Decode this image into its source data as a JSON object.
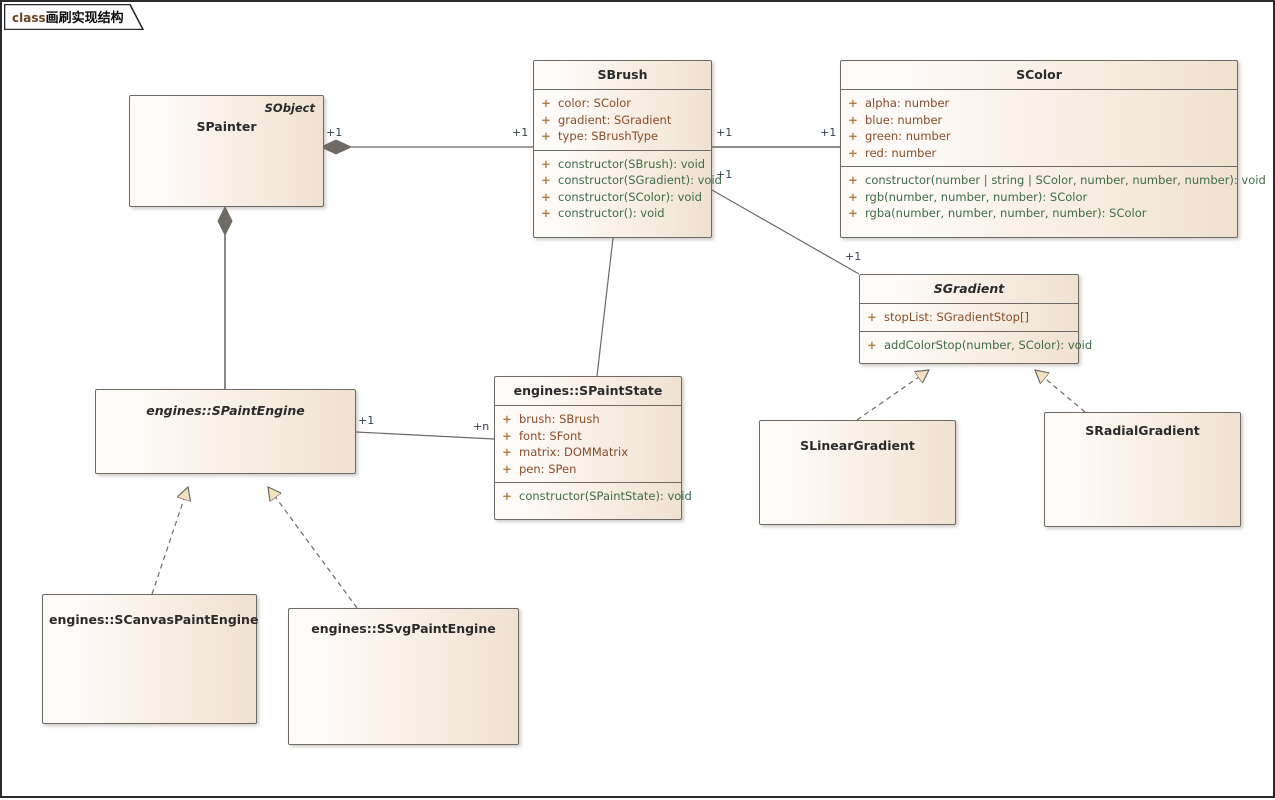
{
  "frame": {
    "keyword": "class",
    "title": "画刷实现结构"
  },
  "classes": {
    "spainter": {
      "name": "SPainter",
      "stereotype": "SObject",
      "italic": false
    },
    "sbrush": {
      "name": "SBrush",
      "italic": false,
      "attributes": [
        {
          "vis": "+",
          "text": "color: SColor"
        },
        {
          "vis": "+",
          "text": "gradient: SGradient"
        },
        {
          "vis": "+",
          "text": "type: SBrushType"
        }
      ],
      "operations": [
        {
          "vis": "+",
          "text": "constructor(SBrush): void"
        },
        {
          "vis": "+",
          "text": "constructor(SGradient): void"
        },
        {
          "vis": "+",
          "text": "constructor(SColor): void"
        },
        {
          "vis": "+",
          "text": "constructor(): void"
        }
      ]
    },
    "scolor": {
      "name": "SColor",
      "italic": false,
      "attributes": [
        {
          "vis": "+",
          "text": "alpha: number"
        },
        {
          "vis": "+",
          "text": "blue: number"
        },
        {
          "vis": "+",
          "text": "green: number"
        },
        {
          "vis": "+",
          "text": "red: number"
        }
      ],
      "operations": [
        {
          "vis": "+",
          "text": "constructor(number | string | SColor, number, number, number): void"
        },
        {
          "vis": "+",
          "text": "rgb(number, number, number): SColor"
        },
        {
          "vis": "+",
          "text": "rgba(number, number, number, number): SColor"
        }
      ]
    },
    "sgradient": {
      "name": "SGradient",
      "italic": true,
      "attributes": [
        {
          "vis": "+",
          "text": "stopList: SGradientStop[]"
        }
      ],
      "operations": [
        {
          "vis": "+",
          "text": "addColorStop(number, SColor): void"
        }
      ]
    },
    "slineargradient": {
      "name": "SLinearGradient",
      "italic": false
    },
    "sradialgradient": {
      "name": "SRadialGradient",
      "italic": false
    },
    "spaintengine": {
      "name": "engines::SPaintEngine",
      "italic": true
    },
    "spaintstate": {
      "name": "engines::SPaintState",
      "italic": false,
      "attributes": [
        {
          "vis": "+",
          "text": "brush: SBrush"
        },
        {
          "vis": "+",
          "text": "font: SFont"
        },
        {
          "vis": "+",
          "text": "matrix: DOMMatrix"
        },
        {
          "vis": "+",
          "text": "pen: SPen"
        }
      ],
      "operations": [
        {
          "vis": "+",
          "text": "constructor(SPaintState): void"
        }
      ]
    },
    "scanvaspaintengine": {
      "name": "engines::SCanvasPaintEngine",
      "italic": false
    },
    "ssvgpaintengine": {
      "name": "engines::SSvgPaintEngine",
      "italic": false
    }
  },
  "multiplicities": {
    "painter_brush_src": "+1",
    "painter_brush_dst": "+1",
    "brush_color_src": "+1",
    "brush_color_dst": "+1",
    "brush_gradient_src": "+1",
    "brush_gradient_dst": "+1",
    "engine_state_src": "+1",
    "engine_state_dst": "+n"
  },
  "colors": {
    "box_fill_light": "#fdfaf7",
    "box_fill_dark": "#f0e1d0",
    "box_border": "#6e6a66",
    "frame_border": "#2b2b2b",
    "attribute_text": "#8a4b2a",
    "operation_text": "#3f6b45",
    "visibility_text": "#b07b3e",
    "multiplicity_text": "#33404f",
    "arrow_fill": "#f5e0bf",
    "line": "#6e6a66",
    "diamond_fill": "#6e6a66"
  }
}
